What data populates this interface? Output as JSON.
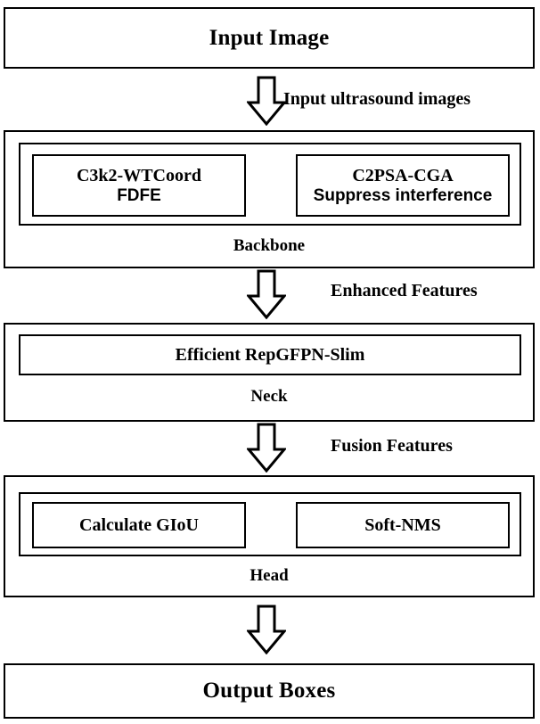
{
  "diagram": {
    "title": "Object detection network architecture flowchart",
    "background_color": "#ffffff",
    "line_color": "#000000"
  },
  "nodes": {
    "input": {
      "label": "Input Image"
    },
    "backbone": {
      "caption": "Backbone",
      "modules": [
        {
          "line1": "C3k2-WTCoord",
          "line2": "FDFE"
        },
        {
          "line1": "C2PSA-CGA",
          "line2": "Suppress interference"
        }
      ]
    },
    "neck": {
      "caption": "Neck",
      "modules": [
        {
          "line1": "Efficient RepGFPN-Slim"
        }
      ]
    },
    "head": {
      "caption": "Head",
      "modules": [
        {
          "line1": "Calculate GIoU"
        },
        {
          "line1": "Soft-NMS"
        }
      ]
    },
    "output": {
      "label": "Output Boxes"
    }
  },
  "arrows": [
    {
      "name": "input-to-backbone",
      "label": "Input ultrasound images"
    },
    {
      "name": "backbone-to-neck",
      "label": "Enhanced Features"
    },
    {
      "name": "neck-to-head",
      "label": "Fusion Features"
    },
    {
      "name": "head-to-output",
      "label": ""
    }
  ]
}
